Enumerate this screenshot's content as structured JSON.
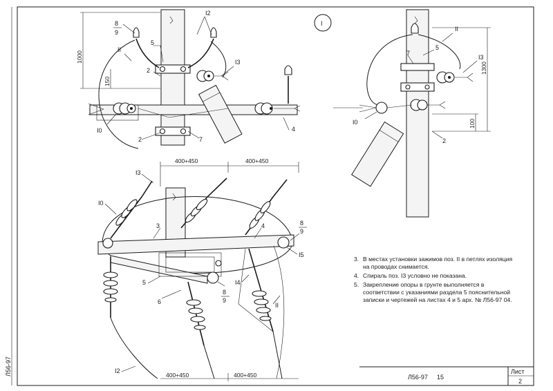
{
  "sheet": {
    "side_code": "Л56-97",
    "view_number": "I",
    "title_block": {
      "code": "Л56-97",
      "page_label": "15",
      "sheet_label": "Лист",
      "sheet_number": "2"
    }
  },
  "view_left": {
    "dims": {
      "height": "1000",
      "offset": "150"
    },
    "labels": [
      "8",
      "9",
      "5",
      "II",
      "2",
      "I2",
      "I3",
      "I0",
      "2",
      "7",
      "4"
    ]
  },
  "view_right": {
    "dims": {
      "height": "1300",
      "offset": "100"
    },
    "labels": [
      "II",
      "5",
      "7",
      "I3",
      "I0",
      "2"
    ]
  },
  "view_bottom": {
    "dims": [
      "400+450",
      "400+450",
      "400+450",
      "400+450"
    ],
    "labels": [
      "I3",
      "I0",
      "3",
      "4",
      "8",
      "9",
      "I5",
      "5",
      "6",
      "8",
      "9",
      "I4",
      "II",
      "I2"
    ]
  },
  "notes": [
    {
      "num": "3.",
      "text": "В местах установки зажимов поз. II в петлях изоляция на проводах снимается."
    },
    {
      "num": "4.",
      "text": "Спираль поз. I3 условно не показана."
    },
    {
      "num": "5.",
      "text": "Закрепление опоры в грунте выполняется в соответствии с указаниями раздела 5 пояснительной записки и чертежей на листах 4 и 5 арх. № Л56-97 04."
    }
  ]
}
